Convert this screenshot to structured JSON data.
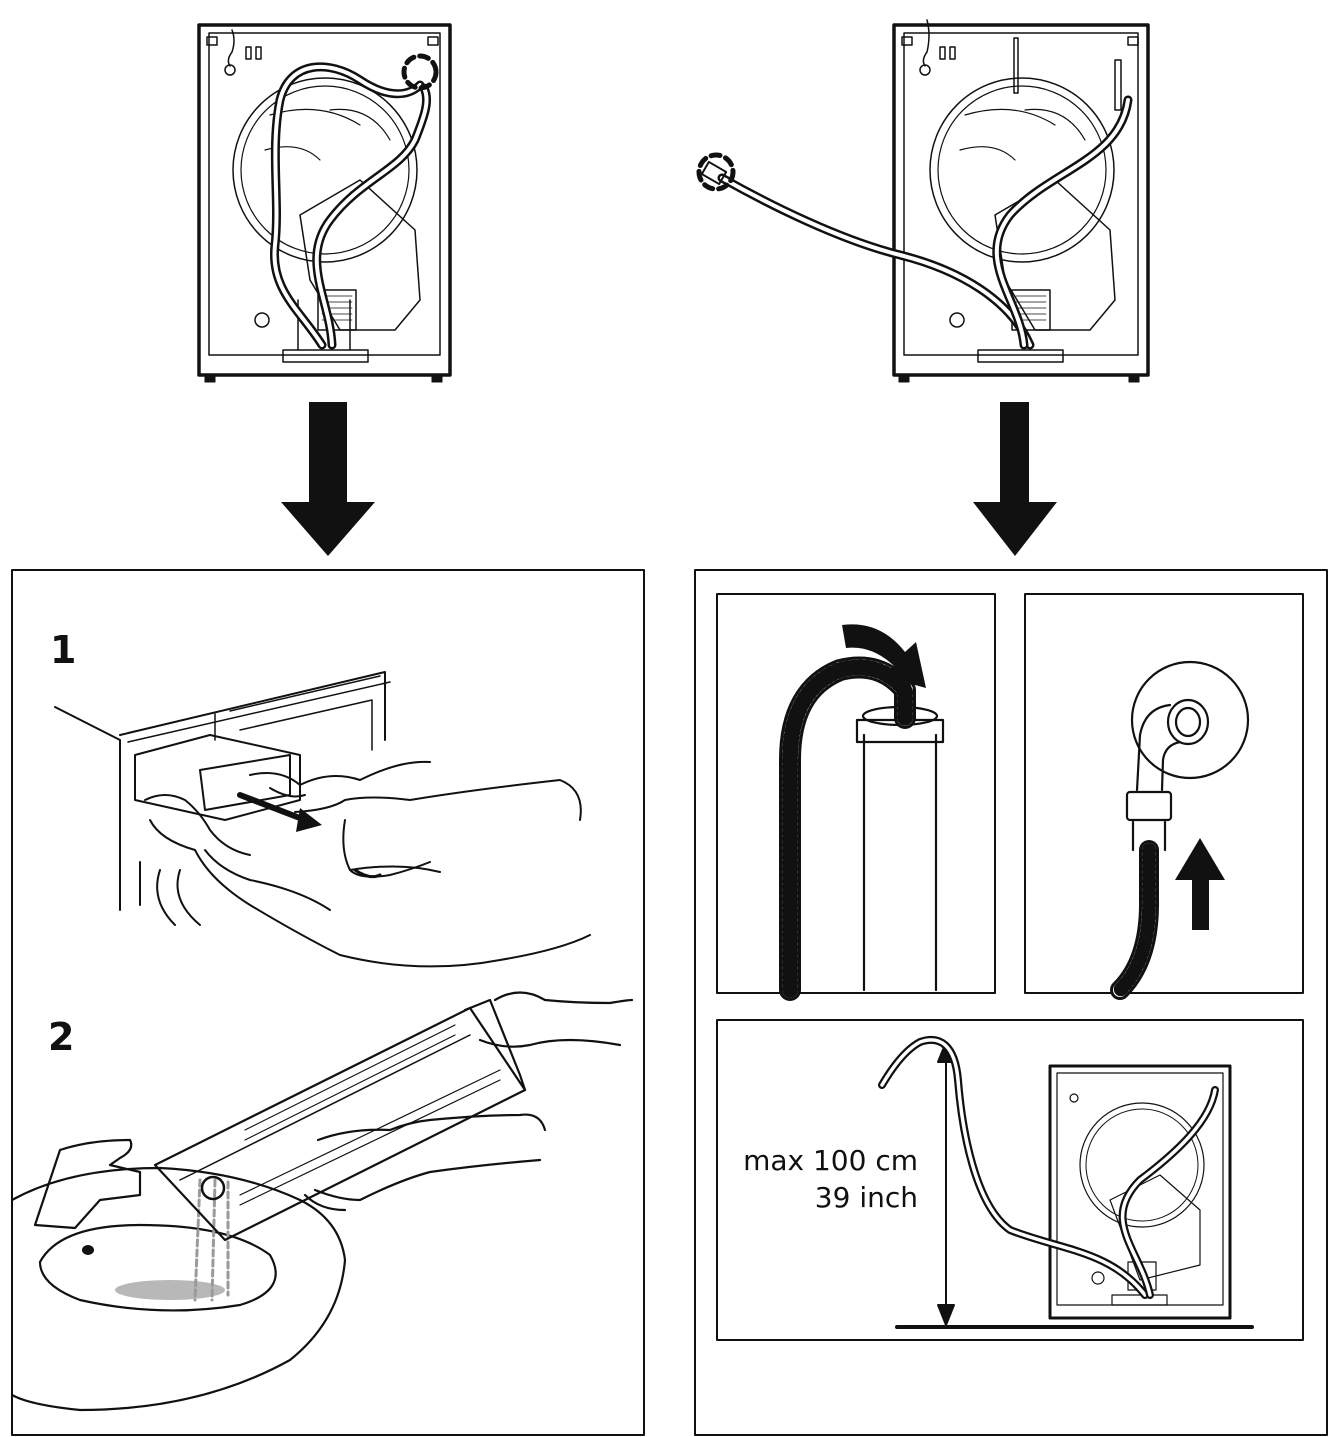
{
  "colors": {
    "ink": "#111111",
    "paper": "#ffffff",
    "water": "#b8b8b8"
  },
  "steps": {
    "step1": "1",
    "step2": "2"
  },
  "dimension": {
    "line1": "max 100 cm",
    "line2": "39 inch"
  },
  "icons": [
    "washer-back-left",
    "washer-back-right",
    "down-arrow-left",
    "down-arrow-right",
    "dispenser-drawer-hands",
    "drawer-under-tap",
    "hose-over-pipe",
    "hose-to-wall-outlet",
    "washer-with-raised-hose",
    "up-arrow-icon",
    "curved-arrow-icon"
  ]
}
